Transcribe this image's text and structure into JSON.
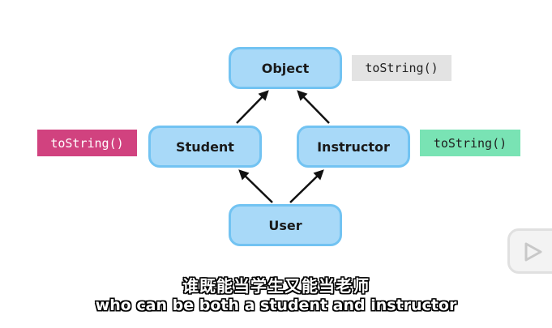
{
  "diagram": {
    "nodes": {
      "object": "Object",
      "student": "Student",
      "instructor": "Instructor",
      "user": "User"
    },
    "method_tags": {
      "object": "toString()",
      "student": "toString()",
      "instructor": "toString()"
    },
    "colors": {
      "node_fill": "#a8d9f8",
      "node_border": "#72c3f2",
      "object_tag": "#e3e3e3",
      "student_tag": "#d1427f",
      "instructor_tag": "#79e3b4"
    }
  },
  "subtitles": {
    "chinese": "谁既能当学生又能当老师",
    "english": "who can be both a student and instructor"
  },
  "player": {
    "icon": "play-icon"
  }
}
